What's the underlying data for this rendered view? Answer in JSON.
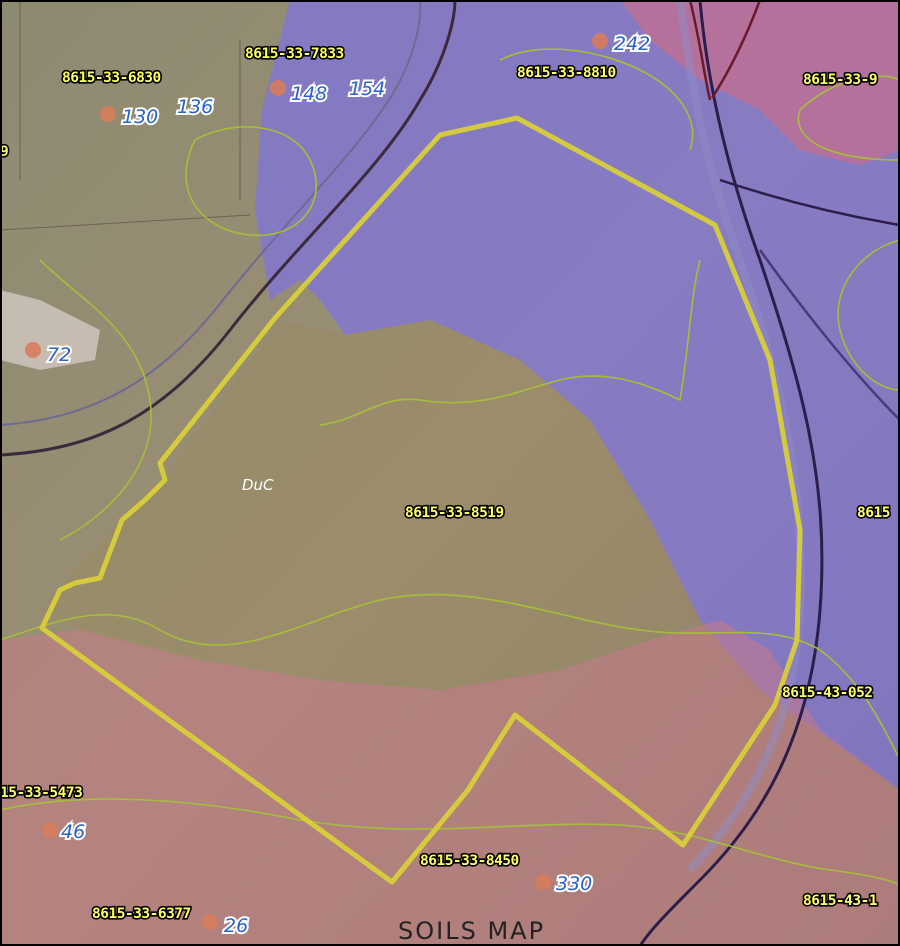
{
  "map": {
    "title": "SOILS MAP",
    "soil_unit_label": "DuC",
    "colors": {
      "soil_blue": "#7b6ff2",
      "soil_red": "#d96a7c",
      "soil_tan": "#a09070",
      "subject_outline": "#d8cf3a",
      "contour": "#a6bd3a",
      "road": "#3b2a4a",
      "address_text": "#2a63c9",
      "parcel_text": "#ffff66"
    },
    "parcel_labels": [
      "8615-33-7833",
      "8615-33-6830",
      "8615-33-8810",
      "8615-33-9",
      "9",
      "8615-33-8519",
      "8615",
      "8615-43-052",
      "15-33-5473",
      "8615-33-8450",
      "8615-33-6377",
      "8615-43-1"
    ],
    "address_labels": [
      "242",
      "148",
      "154",
      "130",
      "136",
      "72",
      "46",
      "330",
      "26"
    ]
  }
}
